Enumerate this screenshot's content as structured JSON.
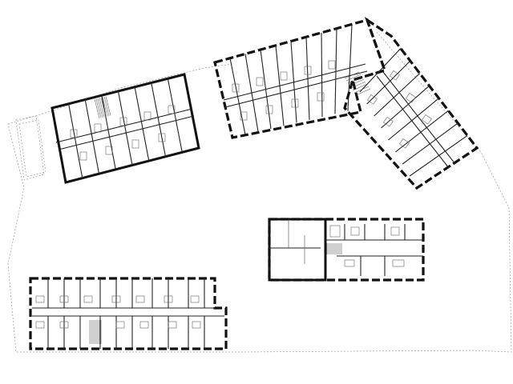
{
  "plan": {
    "kind": "floor-plan",
    "buildings": [
      {
        "id": "north-wing"
      },
      {
        "id": "l-wing-long"
      },
      {
        "id": "l-wing-diagonal"
      },
      {
        "id": "service-block"
      },
      {
        "id": "south-wing"
      }
    ],
    "colors": {
      "walls": "#111111",
      "partitions": "#222222",
      "site_outline": "#9a9a9a",
      "background": "#ffffff"
    }
  }
}
